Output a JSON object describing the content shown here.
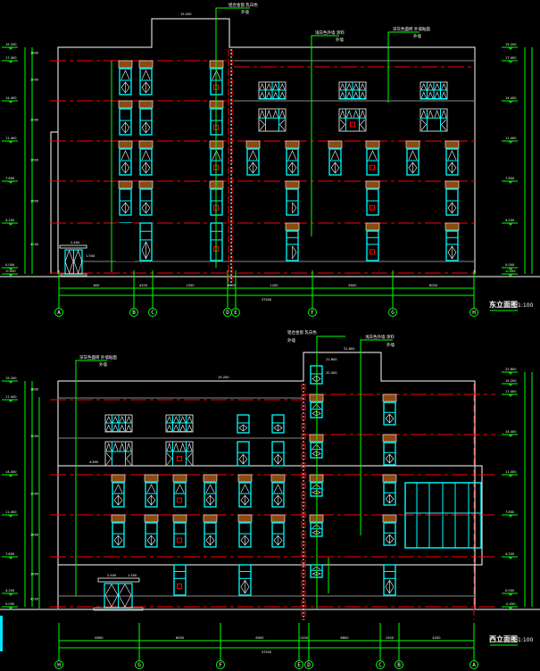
{
  "colors": {
    "background": "#000000",
    "outline": "#ffffff",
    "grid": "#00ff00",
    "floor_line": "#ff0000",
    "window_frame": "#00ffff",
    "lintel": "#8b4a10",
    "marker": "#ff0000",
    "sill_gray": "#808080"
  },
  "elevations": [
    {
      "id": "upper",
      "title": "东立面图",
      "scale": "1:100",
      "axes": [
        {
          "label": "A"
        },
        {
          "label": "B"
        },
        {
          "label": "C"
        },
        {
          "label": "D"
        },
        {
          "label": "E"
        },
        {
          "label": "F"
        },
        {
          "label": "G"
        },
        {
          "label": "H"
        }
      ],
      "dims": [
        "600",
        "4200",
        "1500",
        "6600",
        "1200",
        "6000",
        "6000",
        "6000"
      ],
      "total_dim": "37500",
      "annotations": [
        {
          "text": "铝合金窗 乳白色",
          "sub": "外墙"
        },
        {
          "text": "浅灰色外墙 涂料",
          "sub": "外墙"
        },
        {
          "text": "深灰色面砖 外墙贴面",
          "sub": "外墙"
        }
      ],
      "levels_left": [
        "19.200",
        "17.400",
        "14.400",
        "11.400",
        "7.800",
        "4.200",
        "0.000",
        "-0.450"
      ],
      "levels_right": [
        "19.200",
        "17.400",
        "14.400",
        "11.400",
        "7.800",
        "4.200",
        "0.000",
        "-0.450"
      ],
      "floor_heights": [
        "1800",
        "3000",
        "3000",
        "3600",
        "3600",
        "4200"
      ],
      "entrance_labels": [
        "2.400",
        "1.500"
      ],
      "roof_label": "19.200"
    },
    {
      "id": "lower",
      "title": "西立面图",
      "scale": "1:100",
      "axes": [
        {
          "label": "H"
        },
        {
          "label": "G"
        },
        {
          "label": "F"
        },
        {
          "label": "E"
        },
        {
          "label": "D"
        },
        {
          "label": "C"
        },
        {
          "label": "B"
        },
        {
          "label": "A"
        }
      ],
      "dims": [
        "6000",
        "6000",
        "6000",
        "1200",
        "6600",
        "1500",
        "4200",
        "600"
      ],
      "total_dim": "37500",
      "annotations": [
        {
          "text": "深灰色面砖 外墙贴面",
          "sub": "外墙"
        },
        {
          "text": "铝合金窗 乳白色",
          "sub": "外墙"
        },
        {
          "text": "浅灰色外墙 涂料",
          "sub": "外墙"
        }
      ],
      "levels_left": [
        "19.200",
        "17.400",
        "14.400",
        "11.400",
        "7.800",
        "4.200",
        "0.000",
        "-0.450"
      ],
      "levels_right": [
        "22.800",
        "19.200",
        "17.400",
        "14.400",
        "11.400",
        "7.800",
        "4.200",
        "0.000",
        "-0.450"
      ],
      "floor_heights": [
        "1800",
        "3000",
        "3000",
        "3600",
        "3600",
        "4200"
      ],
      "entrance_labels": [
        "2.400",
        "1.500"
      ],
      "canopy_label": "4.800",
      "roof_label": "19.200",
      "tower_labels": [
        "22.800",
        "21.600",
        "20.400"
      ]
    }
  ]
}
